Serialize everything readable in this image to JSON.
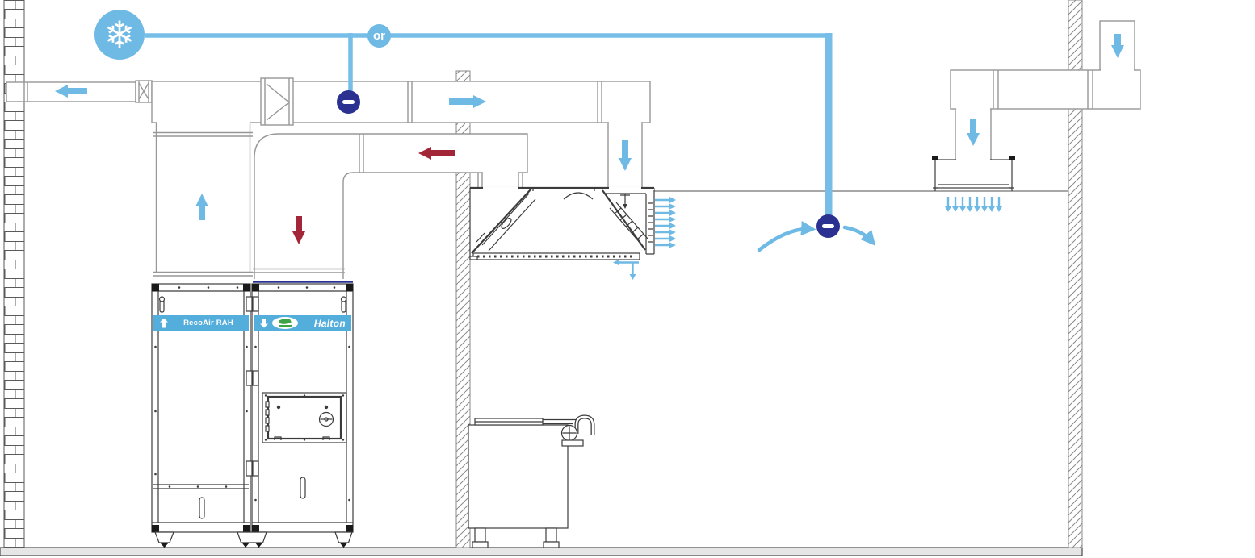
{
  "labels": {
    "or_badge": "or",
    "left_unit_banner": "RecoAir RAH",
    "right_unit_banner": "Halton"
  },
  "icons": {
    "snowflake_glyph": "❄",
    "damper_symbol": "minus-in-circle",
    "supply_arrow_color_meaning": "supply / treated air",
    "exhaust_arrow_color_meaning": "kitchen exhaust air"
  },
  "colors": {
    "air_supply": "#6FB9E5",
    "line_blue": "#76BEE8",
    "air_exhaust": "#A32638",
    "damper_navy": "#2B3191",
    "banner_blue": "#54AEDC",
    "logo_green": "#3EA447",
    "ink": "#3C3C3C",
    "duct": "#979797",
    "wall": "#8A8A8A",
    "ceiling": "#8A8A8A",
    "floor_fill": "#E6E6E6",
    "floor_line": "#4A4A4A",
    "brick_line": "#5A5A5A"
  }
}
